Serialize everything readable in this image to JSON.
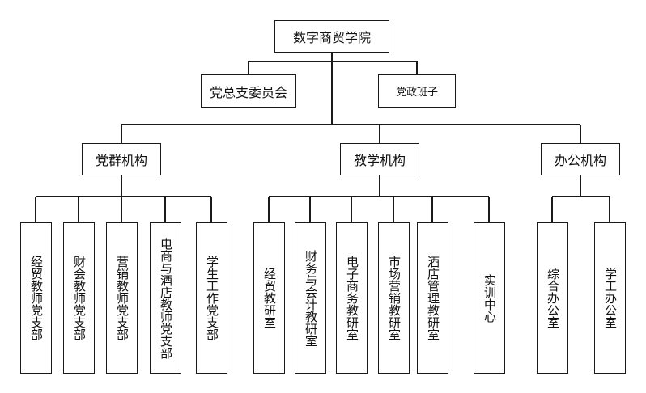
{
  "org": {
    "root": "数字商贸学院",
    "level1": [
      "党总支委员会",
      "党政班子"
    ],
    "groups": [
      {
        "title": "党群机构",
        "units": [
          "经贸教师党支部",
          "财会教师党支部",
          "营销教师党支部",
          "电商与酒店教师党支部",
          "学生工作党支部"
        ]
      },
      {
        "title": "教学机构",
        "units": [
          "经贸教研室",
          "财务与会计教研室",
          "电子商务教研室",
          "市场营销教研室",
          "酒店管理教研室",
          "实训中心"
        ]
      },
      {
        "title": "办公机构",
        "units": [
          "综合办公室",
          "学工办公室"
        ]
      }
    ]
  }
}
